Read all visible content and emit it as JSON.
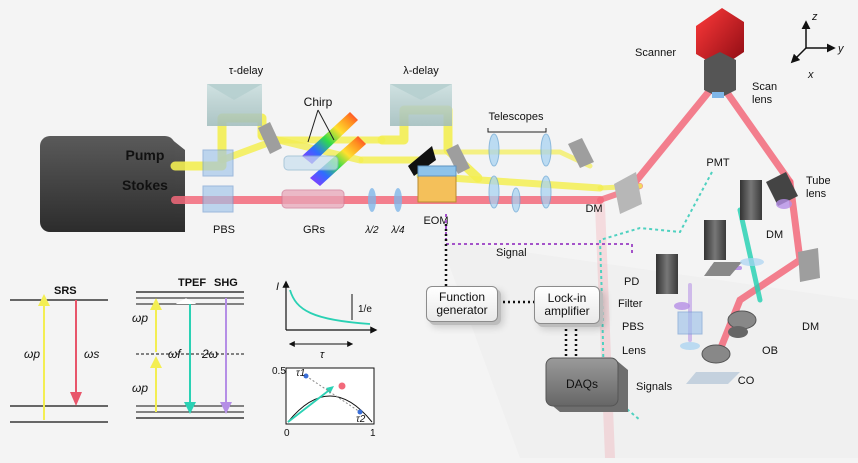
{
  "laser": {
    "pump": "Pump",
    "stokes": "Stokes"
  },
  "delays": {
    "tau": "τ-delay",
    "lambda": "λ-delay"
  },
  "optics": {
    "chirp": "Chirp",
    "telescopes": "Telescopes",
    "pbs": "PBS",
    "grs": "GRs",
    "half_wave": "λ/2",
    "quarter_wave": "λ/4",
    "eom": "EOM",
    "dm_main": "DM",
    "scanner": "Scanner",
    "scan_lens": [
      "Scan",
      "lens"
    ],
    "tube_lens": [
      "Tube",
      "lens"
    ],
    "pmt": "PMT",
    "dm_pmt": "DM",
    "dm_right": "DM",
    "pd": "PD",
    "filter": "Filter",
    "pbs_det": "PBS",
    "lens": "Lens",
    "ob": "OB",
    "co": "CO"
  },
  "electronics": {
    "signal": "Signal",
    "function_generator": [
      "Function",
      "generator"
    ],
    "lockin": [
      "Lock-in",
      "amplifier"
    ],
    "daqs": "DAQs",
    "signals": "Signals"
  },
  "axes_glyph": {
    "z": "z",
    "y": "y",
    "x": "x"
  },
  "energy": {
    "srs": "SRS",
    "tpef": "TPEF",
    "shg": "SHG",
    "omega_p": "ωp",
    "omega_s": "ωs",
    "omega_f": "ωf",
    "two_omega": "2ω"
  },
  "inset_decay": {
    "ylabel": "I",
    "marker": "1/e",
    "tau": "τ"
  },
  "inset_phasor": {
    "y_tick": "0.5",
    "x_tick0": "0",
    "x_tick1": "1",
    "tau1": "τ1",
    "tau2": "τ2"
  },
  "colors": {
    "pump": "#f6f05a",
    "stokes": "#f2697a",
    "teal": "#2ad1b4",
    "purple": "#b58ee6",
    "laser_body": "#3f3f3f",
    "scanner_red": "#c8121f"
  }
}
